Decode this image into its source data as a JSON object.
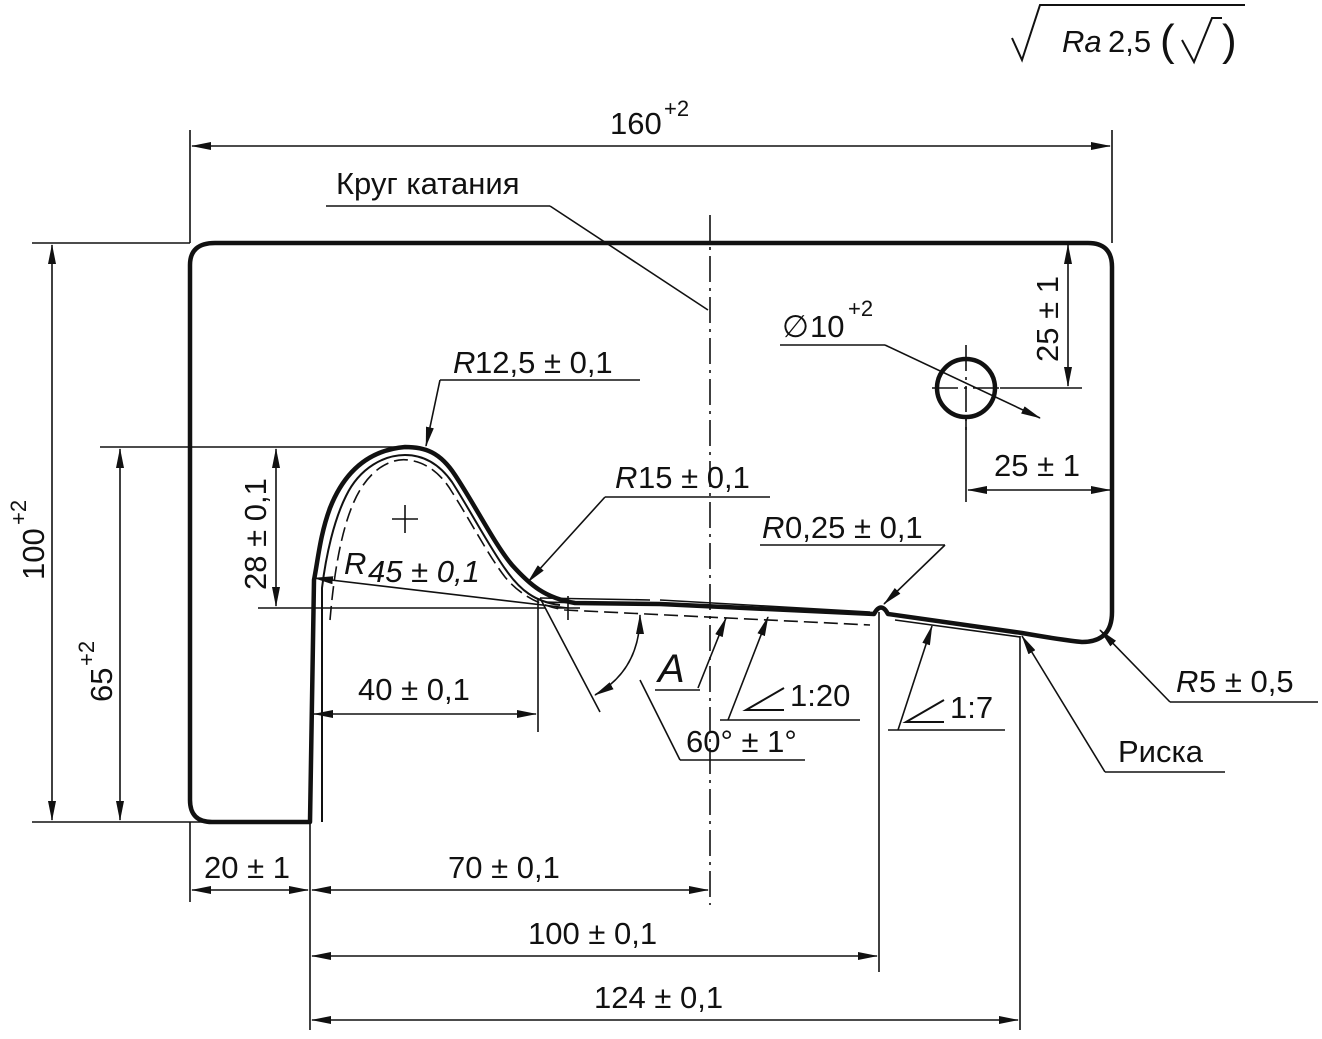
{
  "roughness": {
    "prefix": "Ra",
    "value": "2,5",
    "paren_open": "(",
    "paren_close": ")"
  },
  "dimensions": {
    "width_total": {
      "value": "160",
      "sup": "+2"
    },
    "height_total": {
      "value": "100",
      "sup": "+2"
    },
    "height_flange": {
      "value": "65",
      "sup": "+2"
    },
    "hole_diameter": {
      "symbol": "∅",
      "value": "10",
      "sup": "+2"
    },
    "hole_vertical": "25 ± 1",
    "hole_horizontal": "25 ± 1",
    "flange_radius": "12,5 ± 0,1",
    "fillet_radius": "15 ± 0,1",
    "flange_height": "28 ± 0,1",
    "r45": "45 ± 0,1",
    "groove_radius": "0,25 ± 0,1",
    "corner_radius": "5 ± 0,5",
    "dim_40": "40 ± 0,1",
    "dim_20": "20 ± 1",
    "dim_70": "70 ± 0,1",
    "dim_100": "100 ± 0,1",
    "dim_124": "124 ± 0,1",
    "angle": "60° ± 1°",
    "taper_1": "1:20",
    "taper_2": "1:7",
    "radius_letter": "R"
  },
  "labels": {
    "rolling_circle": "Круг катания",
    "mark": "Риска",
    "view_letter": "A"
  }
}
